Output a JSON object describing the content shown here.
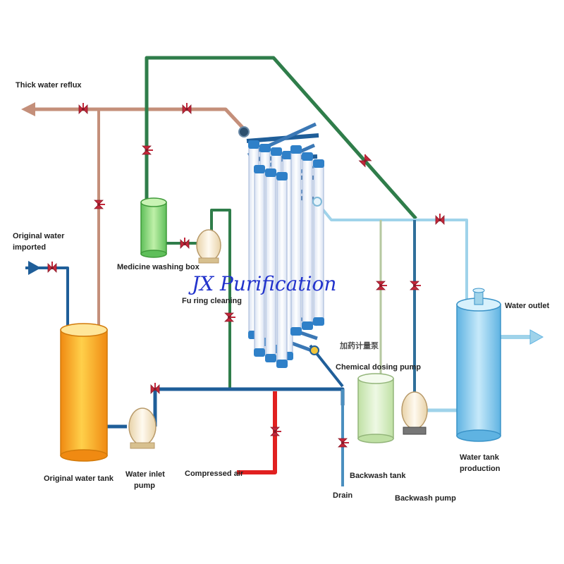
{
  "colors": {
    "concentrate_pipe": "#c48f7a",
    "clean_pipe": "#2f7d4a",
    "feed_pipe": "#1f5e99",
    "product_pipe": "#9fd3ea",
    "air_pipe": "#e12020",
    "valve": "#c2273a",
    "medicine_box": "#8fd47a",
    "original_tank": "#f3a221",
    "backwash_tank": "#cfe9b5",
    "product_tank": "#78c4ea",
    "membrane": "#f2f4fa",
    "membrane_cap": "#2f80c8",
    "watermark": "#2233cc"
  },
  "labels": {
    "thick_water_reflux": "Thick water reflux",
    "original_water_line1": "Original water",
    "original_water_line2": "imported",
    "medicine_washing_box": "Medicine washing box",
    "fu_ring_cleaning": "Fu ring cleaning",
    "chemical_dosing_pump": "Chemical dosing pump",
    "chemical_dosing_cn": "加药计量泵",
    "original_water_tank": "Original water tank",
    "water_inlet_pump_line1": "Water inlet",
    "water_inlet_pump_line2": "pump",
    "compressed_air": "Compressed air",
    "drain": "Drain",
    "backwash_tank": "Backwash tank",
    "backwash_pump": "Backwash pump",
    "water_tank_production_line1": "Water tank",
    "water_tank_production_line2": "production",
    "water_outlet": "Water outlet"
  },
  "watermark": "JX Purification"
}
